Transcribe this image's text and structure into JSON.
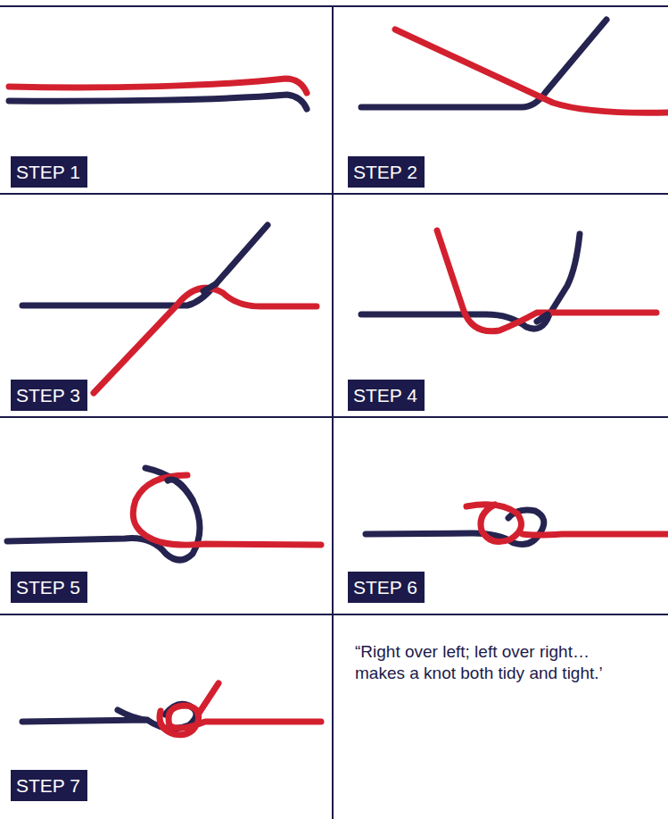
{
  "diagram": {
    "nodes": [
      {
        "text": [
          "STEP 1"
        ]
      },
      {
        "text": [
          "STEP 2"
        ]
      },
      {
        "text": [
          "STEP 3"
        ]
      },
      {
        "text": [
          "STEP 4"
        ]
      },
      {
        "text": [
          "STEP 5"
        ]
      },
      {
        "text": [
          "STEP 6"
        ]
      },
      {
        "text": [
          "STEP 7"
        ]
      }
    ],
    "labels": [
      "“Right over left; left over right… makes a knot both tidy and tight.’"
    ]
  }
}
